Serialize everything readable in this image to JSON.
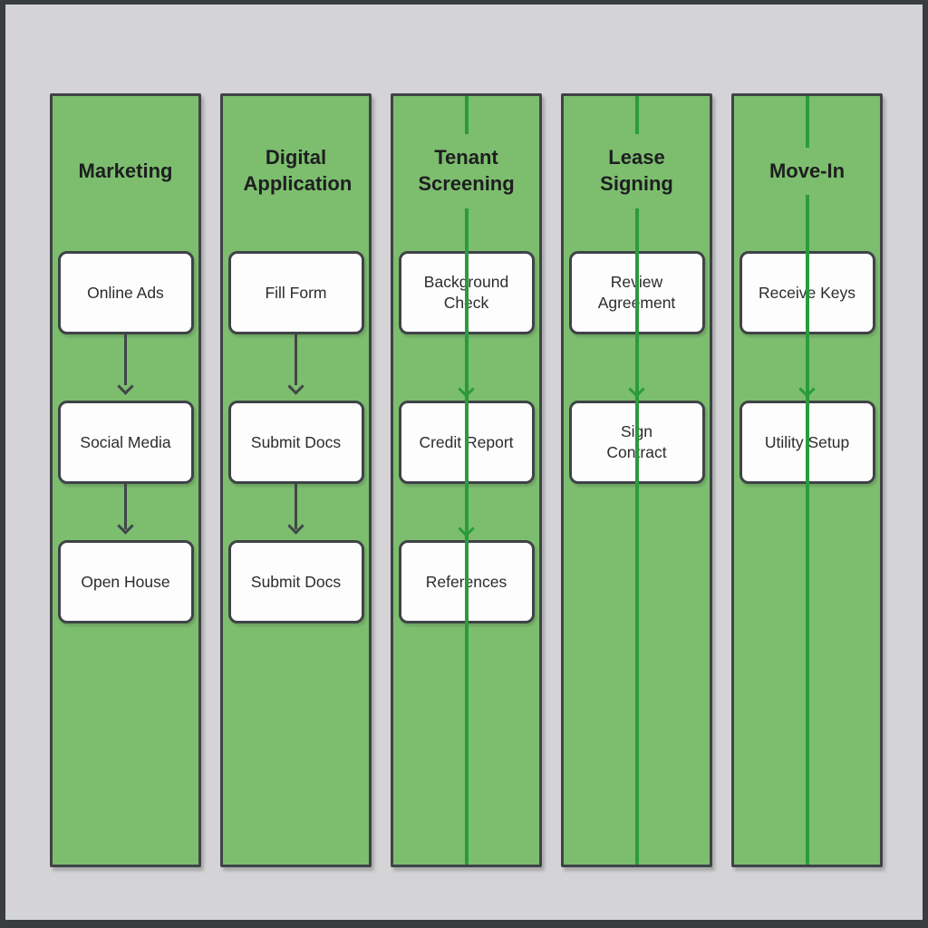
{
  "colors": {
    "background": "#d4d4d6",
    "frame_border": "#3a3d40",
    "lane_green": "#7cbe6e",
    "flow_line_green": "#2a9b3d",
    "border_dark": "#3f4347",
    "arrow_dark": "#42464a",
    "box_background": "#fdfdfd",
    "title_text": "#1e1e20",
    "step_text": "#2c2c2e"
  },
  "lanes": [
    {
      "title": "Marketing",
      "steps": [
        "Online Ads",
        "Social Media",
        "Open House"
      ]
    },
    {
      "title": "Digital Application",
      "steps": [
        "Fill Form",
        "Submit Docs",
        "Submit Docs"
      ]
    },
    {
      "title": "Tenant Screening",
      "steps": [
        "Background Check",
        "Credit Report",
        "References"
      ]
    },
    {
      "title": "Lease Signing",
      "steps": [
        "Review Agreement",
        "Sign Contract"
      ]
    },
    {
      "title": "Move-In",
      "steps": [
        "Receive Keys",
        "Utility Setup"
      ]
    }
  ]
}
